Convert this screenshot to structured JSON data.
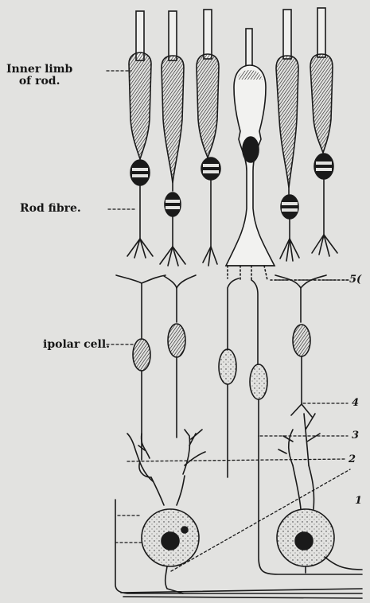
{
  "labels": {
    "inner_limb": "Inner limb\nof rod.",
    "rod_fibre": "Rod fibre.",
    "bipolar_cell": "ipolar cell."
  },
  "markers": {
    "m5": "5(",
    "m4": "4",
    "m3": "3",
    "m2": "2",
    "m1": "1"
  }
}
